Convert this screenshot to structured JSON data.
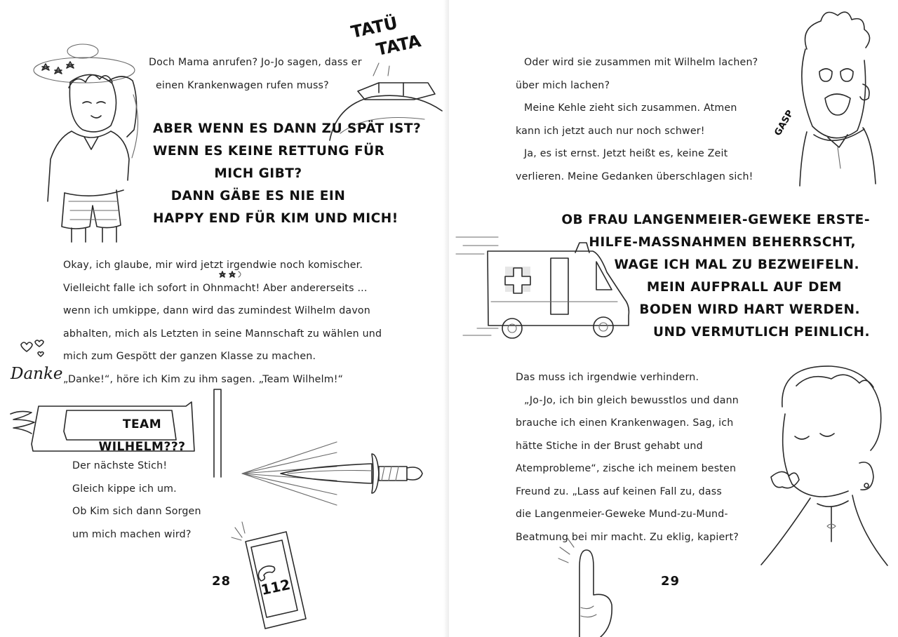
{
  "left_page": {
    "sound_effect": [
      "TATÜ",
      "TATA"
    ],
    "intro_lines": [
      "Doch Mama anrufen? Jo-Jo sagen, dass er",
      "einen Krankenwagen rufen muss?"
    ],
    "shout_lines": [
      "ABER WENN ES DANN ZU SPÄT IST?",
      "WENN ES KEINE RETTUNG FÜR",
      "MICH GIBT?",
      "DANN GÄBE ES NIE EIN",
      "HAPPY END FÜR KIM UND MICH!"
    ],
    "body_lines": [
      "Okay, ich glaube, mir wird jetzt irgendwie noch komischer.",
      "Vielleicht falle ich sofort in Ohnmacht! Aber andererseits ...",
      "wenn ich umkippe, dann wird das zumindest Wilhelm davon",
      "abhalten, mich als Letzten in seine Mannschaft zu wählen und",
      "mich zum Gespött der ganzen Klasse zu machen.",
      "„Danke!“, höre ich Kim zu ihm sagen. „Team Wilhelm!“"
    ],
    "doodle_word": "Danke",
    "banner_text": "TEAM WILHELM???",
    "stitch_lines": [
      "Der nächste Stich!",
      "Gleich kippe ich um.",
      "Ob Kim sich dann Sorgen",
      "um mich machen wird?"
    ],
    "phone_number": "112",
    "page_number": "28"
  },
  "right_page": {
    "top_lines": [
      "Oder wird sie zusammen mit Wilhelm lachen?",
      "über mich lachen?",
      "Meine Kehle zieht sich zusammen. Atmen",
      "kann ich jetzt auch nur noch schwer!",
      "Ja, es ist ernst. Jetzt heißt es, keine Zeit",
      "verlieren. Meine Gedanken überschlagen sich!"
    ],
    "gasp_text": "GASP",
    "shout_lines": [
      "OB FRAU LANGENMEIER-GEWEKE ERSTE-",
      "HILFE-MASSNAHMEN BEHERRSCHT,",
      "WAGE ICH MAL ZU BEZWEIFELN.",
      "MEIN AUFPRALL AUF DEM",
      "BODEN WIRD HART WERDEN.",
      "UND VERMUTLICH PEINLICH."
    ],
    "bottom_lines": [
      "Das muss ich irgendwie verhindern.",
      "„Jo-Jo, ich bin gleich bewusstlos und dann",
      "brauche ich einen Krankenwagen. Sag, ich",
      "hätte Stiche in der Brust gehabt und",
      "Atemprobleme“, zische ich meinem besten",
      "Freund zu. „Lass auf keinen Fall zu, dass",
      "die Langenmeier-Geweke Mund-zu-Mund-",
      "Beatmung bei mir macht. Zu eklig, kapiert?"
    ],
    "page_number": "29"
  }
}
